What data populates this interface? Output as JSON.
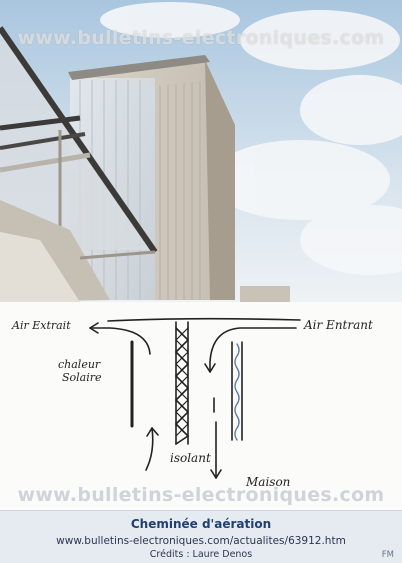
{
  "watermark": "www.bulletins-electroniques.com",
  "diagram": {
    "labels": {
      "air_out": "Air Extrait",
      "air_in": "Air Entrant",
      "solar_heat_line1": "chaleur",
      "solar_heat_line2": "Solaire",
      "insulation": "isolant",
      "house": "Maison"
    }
  },
  "caption": {
    "title": "Cheminée d'aération",
    "url": "www.bulletins-electroniques.com/actualites/63912.htm",
    "credit": "Crédits : Laure Denos",
    "initials": "FM"
  }
}
